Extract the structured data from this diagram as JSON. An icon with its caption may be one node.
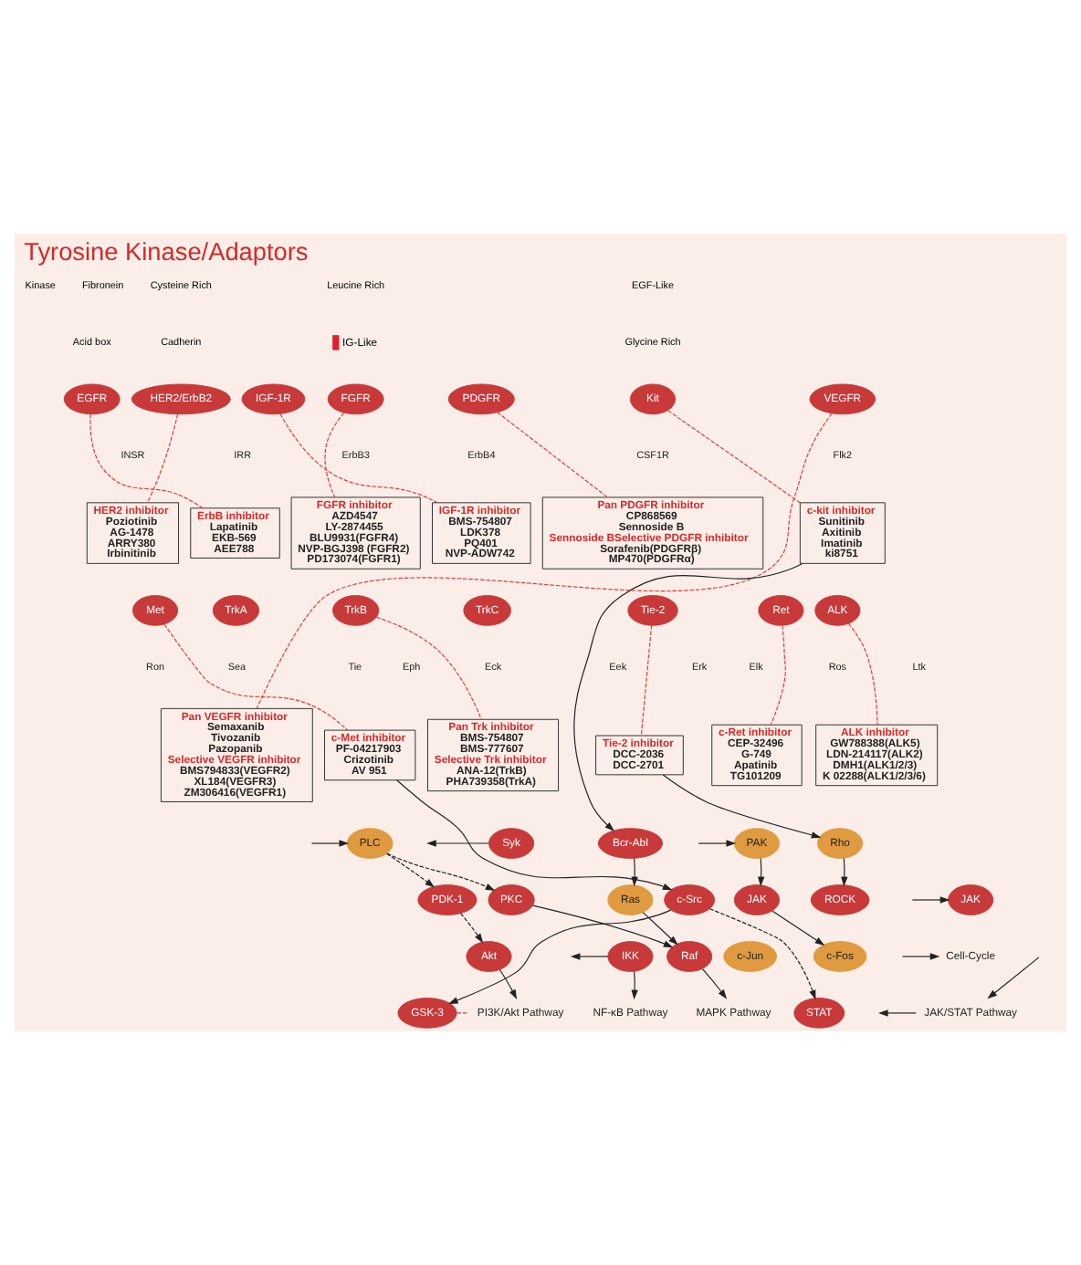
{
  "diagram": {
    "title": "Tyrosine Kinase/Adaptors",
    "nodes": [
      {
        "text": [
          "EGFR"
        ]
      },
      {
        "text": [
          "HER2/ErbB2"
        ]
      },
      {
        "text": [
          "IGF-1R"
        ]
      },
      {
        "text": [
          "FGFR"
        ]
      },
      {
        "text": [
          "PDGFR"
        ]
      },
      {
        "text": [
          "Kit"
        ]
      },
      {
        "text": [
          "VEGFR"
        ]
      },
      {
        "text": [
          "Met"
        ]
      },
      {
        "text": [
          "TrkA"
        ]
      },
      {
        "text": [
          "TrkB"
        ]
      },
      {
        "text": [
          "TrkC"
        ]
      },
      {
        "text": [
          "Tie-2"
        ]
      },
      {
        "text": [
          "Ret"
        ]
      },
      {
        "text": [
          "ALK"
        ]
      },
      {
        "text": [
          "HER2 inhibitor",
          "Poziotinib",
          "AG-1478",
          "ARRY380",
          "Irbinitinib"
        ]
      },
      {
        "text": [
          "ErbB inhibitor",
          "Lapatinib",
          "EKB-569",
          "AEE788"
        ]
      },
      {
        "text": [
          "FGFR inhibitor",
          "AZD4547",
          "LY-2874455",
          "BLU9931(FGFR4)",
          "NVP-BGJ398 (FGFR2)",
          "PD173074(FGFR1)"
        ]
      },
      {
        "text": [
          "IGF-1R inhibitor",
          "BMS-754807",
          "LDK378",
          "PQ401",
          "NVP-ADW742"
        ]
      },
      {
        "text": [
          "Pan PDGFR inhibitor",
          "CP868569",
          "Sennoside B",
          "Sennoside BSelective PDGFR inhibitor",
          "Sorafenib(PDGFRβ)",
          "MP470(PDGFRα)"
        ]
      },
      {
        "text": [
          "c-kit inhibitor",
          "Sunitinib",
          "Axitinib",
          "Imatinib",
          "ki8751"
        ]
      },
      {
        "text": [
          "Pan VEGFR inhibitor",
          "Semaxanib",
          "Tivozanib",
          "Pazopanib",
          "Selective VEGFR inhibitor",
          "BMS794833(VEGFR2)",
          "XL184(VEGFR3)",
          "ZM306416(VEGFR1)"
        ]
      },
      {
        "text": [
          "c-Met inhibitor",
          "PF-04217903",
          "Crizotinib",
          "AV 951"
        ]
      },
      {
        "text": [
          "Pan Trk inhibitor",
          "BMS-754807",
          "BMS-777607",
          "Selective Trk inhibitor",
          "ANA-12(TrkB)",
          "PHA739358(TrkA)"
        ]
      },
      {
        "text": [
          "Tie-2 inhibitor",
          "DCC-2036",
          "DCC-2701"
        ]
      },
      {
        "text": [
          "c-Ret inhibitor",
          "CEP-32496",
          "G-749",
          "Apatinib",
          "TG101209"
        ]
      },
      {
        "text": [
          "ALK inhibitor",
          "GW788388(ALK5)",
          "LDN-214117(ALK2)",
          "DMH1(ALK1/2/3)",
          "K 02288(ALK1/2/3/6)"
        ]
      },
      {
        "text": [
          "PLC"
        ]
      },
      {
        "text": [
          "Syk"
        ]
      },
      {
        "text": [
          "Bcr-Abl"
        ]
      },
      {
        "text": [
          "PDK-1"
        ]
      },
      {
        "text": [
          "PKC"
        ]
      },
      {
        "text": [
          "Ras"
        ]
      },
      {
        "text": [
          "Akt"
        ]
      },
      {
        "text": [
          "IKK"
        ]
      },
      {
        "text": [
          "Raf"
        ]
      },
      {
        "text": [
          "PI3K/Akt Pathway"
        ]
      },
      {
        "text": [
          "NF-κB Pathway"
        ]
      },
      {
        "text": [
          "MAPK Pathway"
        ]
      },
      {
        "text": [
          "c-Src"
        ]
      },
      {
        "text": [
          "GSK-3"
        ]
      },
      {
        "text": [
          "PAK"
        ]
      },
      {
        "text": [
          "JAK"
        ]
      },
      {
        "text": [
          "c-Jun"
        ]
      },
      {
        "text": [
          "c-Fos"
        ]
      },
      {
        "text": [
          "Rho"
        ]
      },
      {
        "text": [
          "ROCK"
        ]
      },
      {
        "text": [
          "Cell-Cycle"
        ]
      },
      {
        "text": [
          "JAK"
        ]
      },
      {
        "text": [
          "STAT"
        ]
      },
      {
        "text": [
          "JAK/STAT Pathway"
        ]
      }
    ],
    "edges": [
      {
        "from": 0,
        "to": 15,
        "arrow": "none",
        "style": "dashed",
        "color": "#e03a3a"
      },
      {
        "from": 1,
        "to": 14,
        "arrow": "none",
        "style": "dashed",
        "color": "#e03a3a"
      },
      {
        "from": 2,
        "to": 17,
        "arrow": "none",
        "style": "dashed",
        "color": "#e03a3a"
      },
      {
        "from": 3,
        "to": 16,
        "arrow": "none",
        "style": "dashed",
        "color": "#e03a3a"
      },
      {
        "from": 4,
        "to": 18,
        "arrow": "none",
        "style": "dashed",
        "color": "#e03a3a"
      },
      {
        "from": 5,
        "to": 19,
        "arrow": "none",
        "style": "dashed",
        "color": "#e03a3a"
      },
      {
        "from": 6,
        "to": 20,
        "arrow": "none",
        "style": "dashed",
        "color": "#e03a3a"
      },
      {
        "from": 7,
        "to": 21,
        "arrow": "none",
        "style": "dashed",
        "color": "#e03a3a"
      },
      {
        "from": 9,
        "to": 22,
        "arrow": "none",
        "style": "dashed",
        "color": "#e03a3a"
      },
      {
        "from": 11,
        "to": 23,
        "arrow": "none",
        "style": "dashed",
        "color": "#e03a3a"
      },
      {
        "from": 12,
        "to": 24,
        "arrow": "none",
        "style": "dashed",
        "color": "#e03a3a"
      },
      {
        "from": 13,
        "to": 25,
        "arrow": "none",
        "style": "dashed",
        "color": "#e03a3a"
      },
      {
        "from": null,
        "to": 26,
        "arrow": "to"
      },
      {
        "from": 27,
        "to": null,
        "arrow": "to"
      },
      {
        "from": 19,
        "to": 28,
        "arrow": "to"
      },
      {
        "from": 26,
        "to": 29,
        "arrow": "to",
        "style": "dashed"
      },
      {
        "from": 26,
        "to": 30,
        "arrow": "to",
        "style": "dashed"
      },
      {
        "from": 28,
        "to": 31,
        "arrow": "to"
      },
      {
        "from": 29,
        "to": 32,
        "arrow": "to",
        "style": "dashed"
      },
      {
        "from": 30,
        "to": 34,
        "arrow": "to"
      },
      {
        "from": 31,
        "to": 34,
        "arrow": "to"
      },
      {
        "from": 32,
        "to": 35,
        "arrow": "to"
      },
      {
        "from": 33,
        "to": null,
        "arrow": "to"
      },
      {
        "from": 33,
        "to": 36,
        "arrow": "to"
      },
      {
        "from": 34,
        "to": 37,
        "arrow": "to"
      },
      {
        "from": 21,
        "to": 38,
        "arrow": "to"
      },
      {
        "from": 38,
        "to": 39,
        "arrow": "to"
      },
      {
        "from": 38,
        "to": 48,
        "arrow": "to",
        "style": "dashed"
      },
      {
        "from": 39,
        "to": 35,
        "arrow": "none",
        "style": "dashed",
        "color": "#e03a3a"
      },
      {
        "from": null,
        "to": 40,
        "arrow": "to"
      },
      {
        "from": 40,
        "to": 41,
        "arrow": "to"
      },
      {
        "from": 41,
        "to": 43,
        "arrow": "to"
      },
      {
        "from": 23,
        "to": 44,
        "arrow": "to"
      },
      {
        "from": 44,
        "to": 45,
        "arrow": "to"
      },
      {
        "from": null,
        "to": 46,
        "arrow": "to"
      },
      {
        "from": null,
        "to": 47,
        "arrow": "to"
      },
      {
        "from": null,
        "to": 49,
        "arrow": "to"
      },
      {
        "from": 49,
        "to": null,
        "arrow": "to"
      }
    ],
    "labels": [
      "INSR",
      "IRR",
      "ErbB3",
      "ErbB4",
      "CSF1R",
      "Flk2",
      "Ron",
      "Sea",
      "Tie",
      "Eph",
      "Eck",
      "Eek",
      "Erk",
      "Elk",
      "Ros",
      "Ltk"
    ],
    "legend": [
      {
        "text": "Kinase"
      },
      {
        "text": "Fibronein"
      },
      {
        "text": "Cysteine Rich"
      },
      {
        "text": "Leucine Rich"
      },
      {
        "text": "EGF-Like"
      },
      {
        "text": "Acid box"
      },
      {
        "text": "Cadherin"
      },
      {
        "text": "IG-Like",
        "color": "#e0202a"
      },
      {
        "text": "Glycine Rich"
      }
    ]
  }
}
